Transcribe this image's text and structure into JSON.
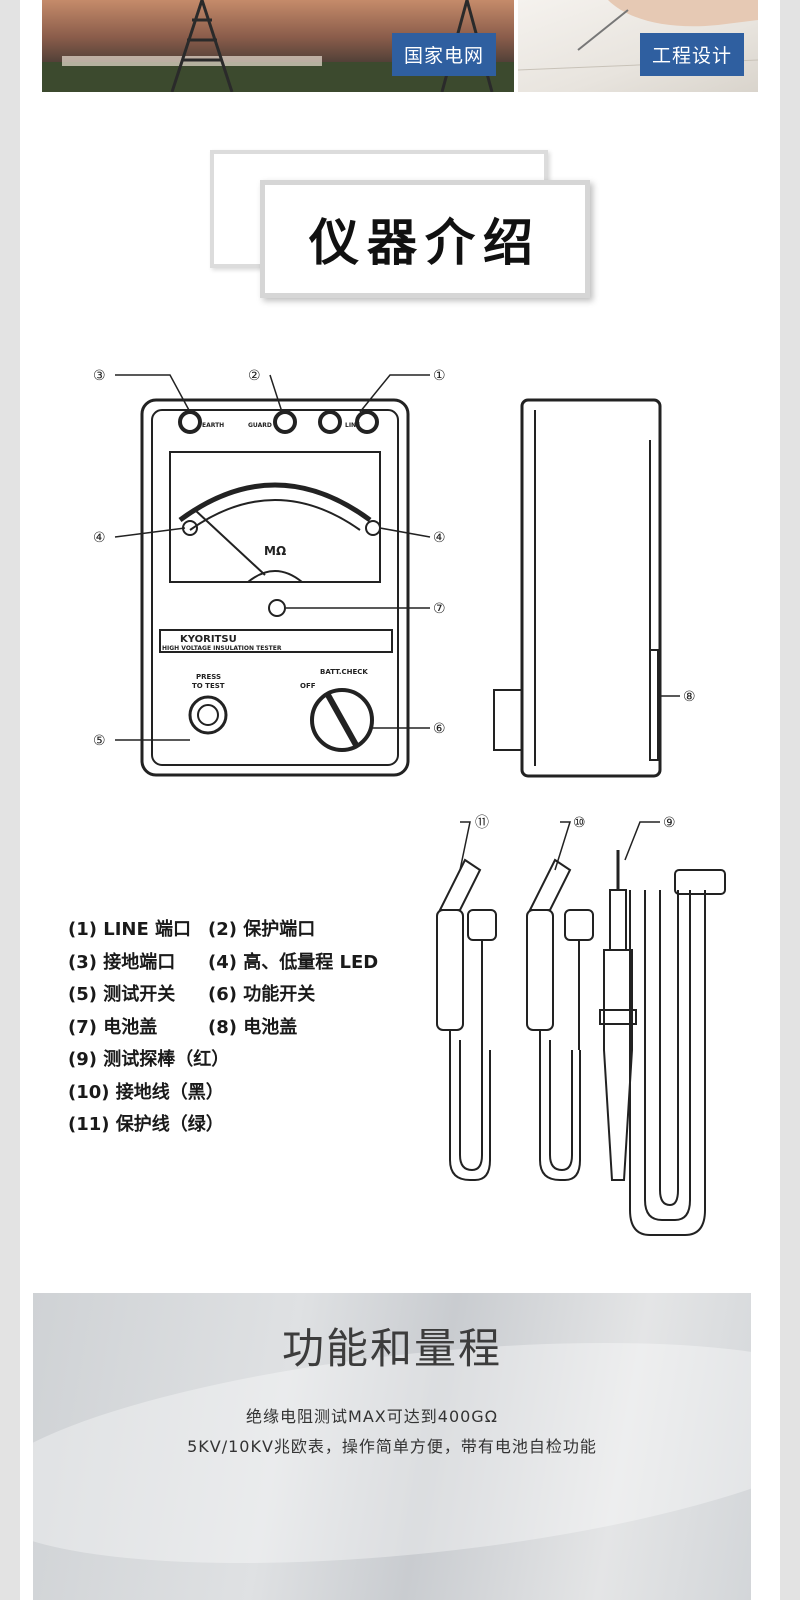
{
  "banner": {
    "left_label": "国家电网",
    "right_label": "工程设计"
  },
  "section": {
    "title": "仪器介绍"
  },
  "diagram": {
    "callouts": [
      "③",
      "②",
      "①",
      "④",
      "④",
      "⑦",
      "⑤",
      "⑥",
      "⑧",
      "⑪",
      "⑩",
      "⑨"
    ],
    "device_text": {
      "brand": "KYORITSU",
      "model_line": "HIGH VOLTAGE INSULATION TESTER",
      "unit": "MΩ",
      "press": "PRESS",
      "to_test": "TO TEST",
      "batt_check": "BATT.CHECK",
      "off": "OFF",
      "earth": "EARTH",
      "guard": "GUARD",
      "line": "LINE"
    }
  },
  "legend": {
    "rows": [
      [
        "(1) LINE 端口",
        "(2)  保护端口"
      ],
      [
        "(3)  接地端口",
        "(4)  高、低量程 LED"
      ],
      [
        "(5)  测试开关",
        "(6)  功能开关"
      ],
      [
        "(7)  电池盖",
        "(8)  电池盖"
      ],
      [
        "(9)  测试探棒（红）"
      ],
      [
        "(10)  接地线（黑）"
      ],
      [
        "(11)  保护线（绿）"
      ]
    ]
  },
  "features": {
    "title": "功能和量程",
    "line1": "绝缘电阻测试MAX可达到400GΩ",
    "line2": "5KV/10KV兆欧表，操作简单方便，带有电池自检功能"
  }
}
